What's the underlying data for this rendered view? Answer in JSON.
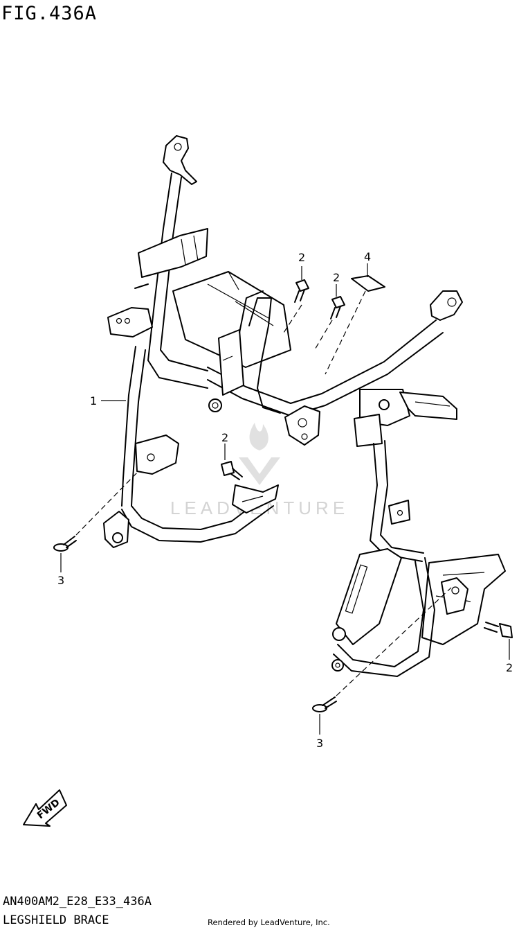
{
  "figure": {
    "title": "FIG.436A",
    "model_code": "AN400AM2_E28_E33_436A",
    "part_group": "LEGSHIELD BRACE",
    "rendered_by": "Rendered by LeadVenture, Inc.",
    "watermark": "LEADVENTURE"
  },
  "callouts": [
    {
      "id": "c1",
      "label": "1"
    },
    {
      "id": "c2a",
      "label": "2"
    },
    {
      "id": "c2b",
      "label": "2"
    },
    {
      "id": "c2c",
      "label": "2"
    },
    {
      "id": "c2d",
      "label": "2"
    },
    {
      "id": "c3a",
      "label": "3"
    },
    {
      "id": "c3b",
      "label": "3"
    },
    {
      "id": "c4",
      "label": "4"
    }
  ],
  "fwd_label": "FWD"
}
